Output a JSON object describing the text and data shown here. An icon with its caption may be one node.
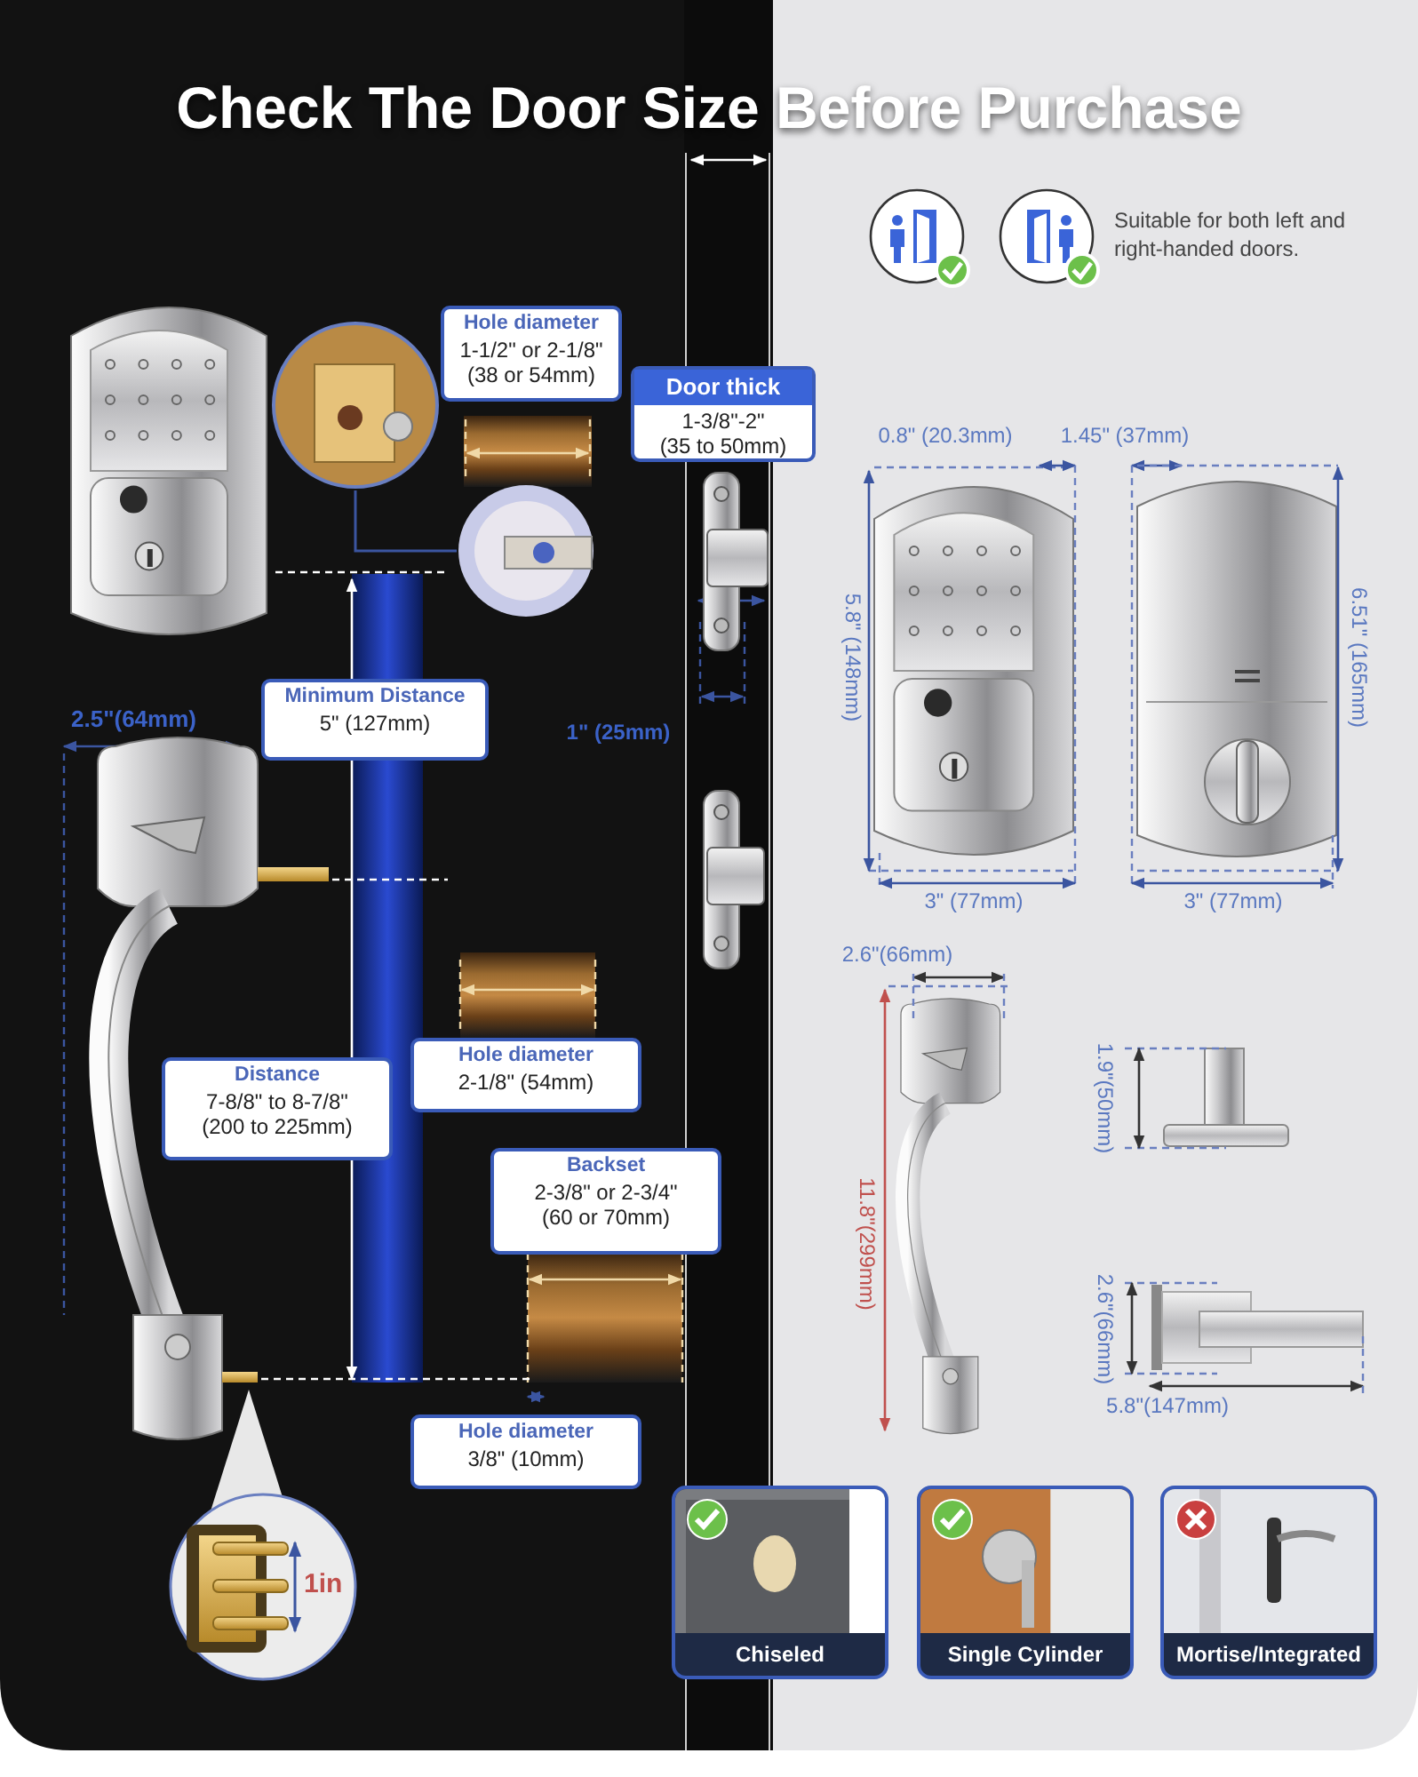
{
  "diagram": {
    "title": "Check The Door Size Before Purchase",
    "nodes": [
      {
        "text": [
          "Hole diameter",
          "1-1/2\" or 2-1/8\" (38 or 54mm)"
        ]
      },
      {
        "text": [
          "Door thick",
          "1-3/8\"-2\" (35 to 50mm)"
        ]
      },
      {
        "text": [
          "Minimum Distance",
          "5\" (127mm)"
        ]
      },
      {
        "text": [
          "Distance",
          "7-8/8\" to 8-7/8\" (200 to 225mm)"
        ]
      },
      {
        "text": [
          "Hole diameter",
          "2-1/8\" (54mm)"
        ]
      },
      {
        "text": [
          "Backset",
          "2-3/8\" or 2-3/4\" (60 or 70mm)"
        ]
      },
      {
        "text": [
          "Hole diameter",
          "3/8\" (10mm)"
        ]
      },
      {
        "text": [
          "Chiseled"
        ]
      },
      {
        "text": [
          "Single Cylinder"
        ]
      },
      {
        "text": [
          "Mortise/Integrated"
        ]
      },
      {
        "text": [],
        "shape": "picture"
      },
      {
        "text": [],
        "shape": "picture"
      }
    ],
    "edges": [
      {
        "from": 10,
        "to": 11,
        "arrow": "none"
      }
    ],
    "labels": [
      "Suitable for both left and right-handed doors.",
      "2.5\"(64mm)",
      "1\" (25mm)",
      "0.8\" (20.3mm)",
      "1.45\" (37mm)",
      "5.8\" (148mm)",
      "6.51\" (165mm)",
      "3\" (77mm)",
      "3\" (77mm)",
      "2.6\"(66mm)",
      "11.8\"(299mm)",
      "1.9\"(50mm)",
      "2.6\"(66mm)",
      "5.8\"(147mm)",
      "1in"
    ]
  }
}
